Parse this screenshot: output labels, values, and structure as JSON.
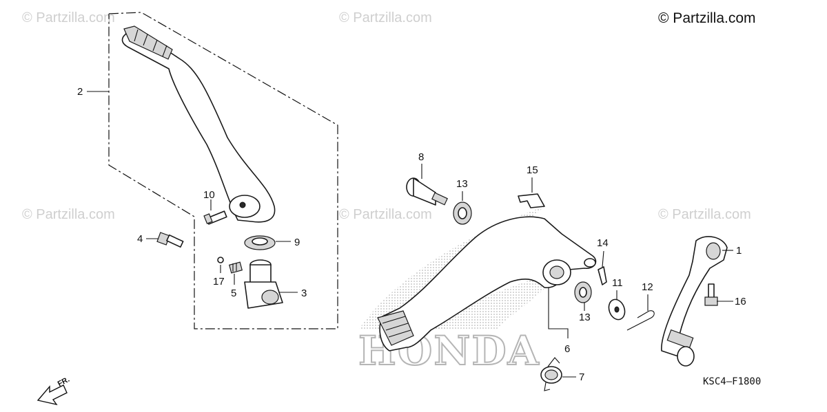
{
  "header": {
    "copyright": "© Partzilla.com"
  },
  "watermarks": [
    "© Partzilla.com",
    "© Partzilla.com",
    "© Partzilla.com",
    "© Partzilla.com",
    "© Partzilla.com"
  ],
  "background_logo": "HONDA",
  "diagram_code": "KSC4–F1800",
  "direction_arrow": {
    "label": "FR.",
    "icon": "front-direction-arrow-icon"
  },
  "callouts": {
    "c1": "1",
    "c2": "2",
    "c3": "3",
    "c4": "4",
    "c5": "5",
    "c6": "6",
    "c7": "7",
    "c8": "8",
    "c9": "9",
    "c10": "10",
    "c11": "11",
    "c12": "12",
    "c13a": "13",
    "c13b": "13",
    "c14": "14",
    "c15": "15",
    "c16": "16",
    "c17": "17"
  },
  "colors": {
    "line": "#1a1a1a",
    "watermark": "#cfcfcf",
    "logo_dots": "#b5b5b5"
  }
}
